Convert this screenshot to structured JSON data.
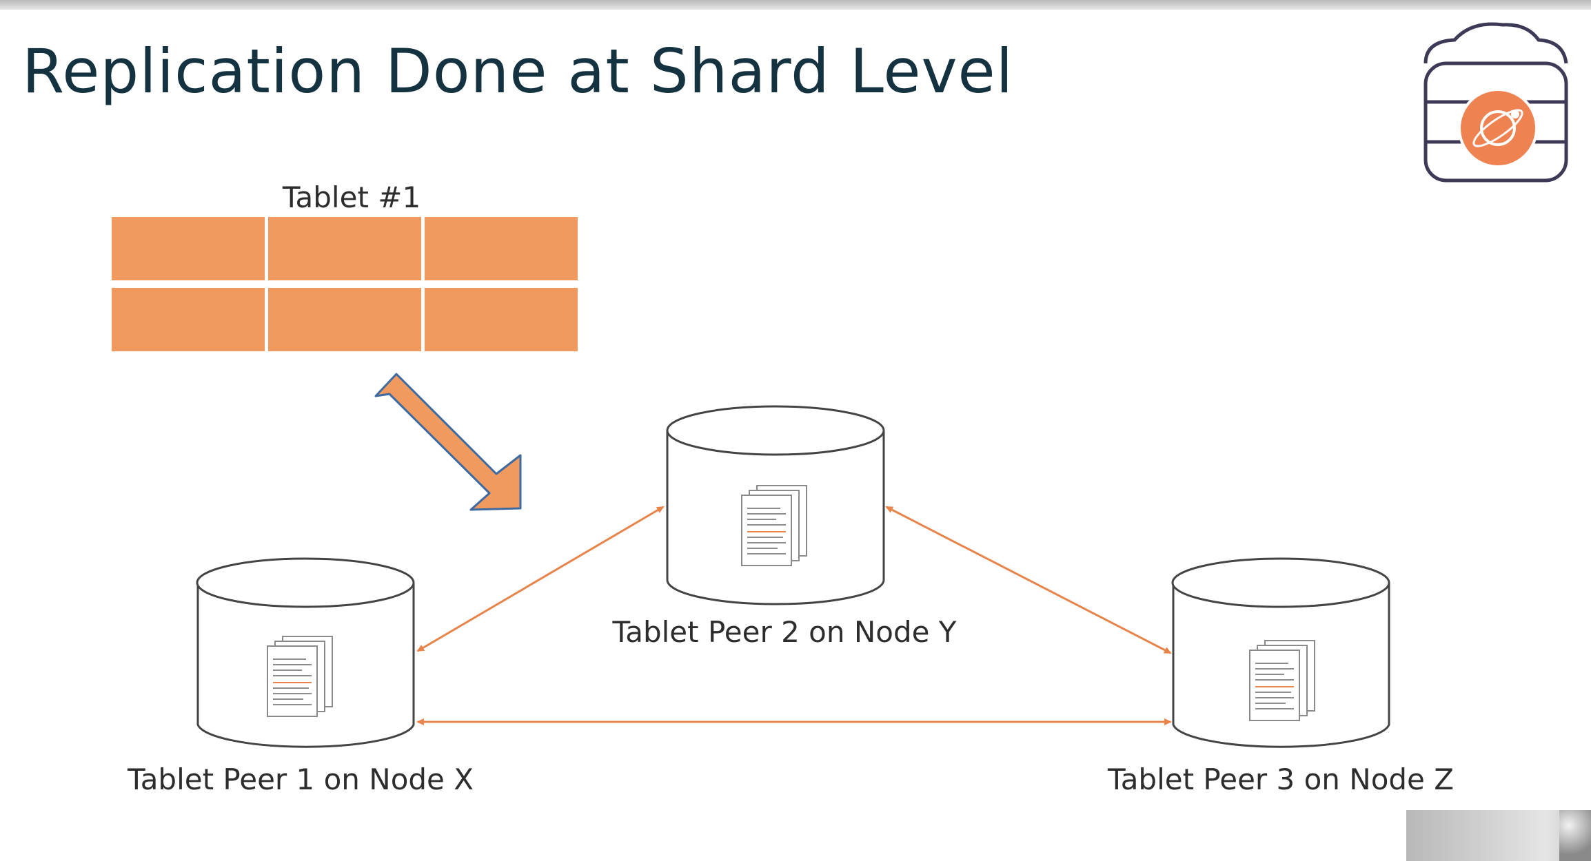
{
  "slide": {
    "title": "Replication Done at Shard Level"
  },
  "tablet": {
    "label": "Tablet #1",
    "rows": 2,
    "cols": 3,
    "color": "#f09a5f"
  },
  "peers": [
    {
      "label": "Tablet Peer 1 on Node X"
    },
    {
      "label": "Tablet Peer 2 on Node Y"
    },
    {
      "label": "Tablet Peer 3 on Node Z"
    }
  ],
  "colors": {
    "title": "#14323f",
    "accent": "#f09a5f",
    "replication_arrow": "#e8844a",
    "outline": "#444444",
    "logo_outline": "#3c3a57",
    "logo_circle": "#ee8251"
  },
  "icons": {
    "logo": "database-cloud-planet-icon",
    "document": "document-stack-icon",
    "arrow": "down-right-arrow-icon"
  }
}
